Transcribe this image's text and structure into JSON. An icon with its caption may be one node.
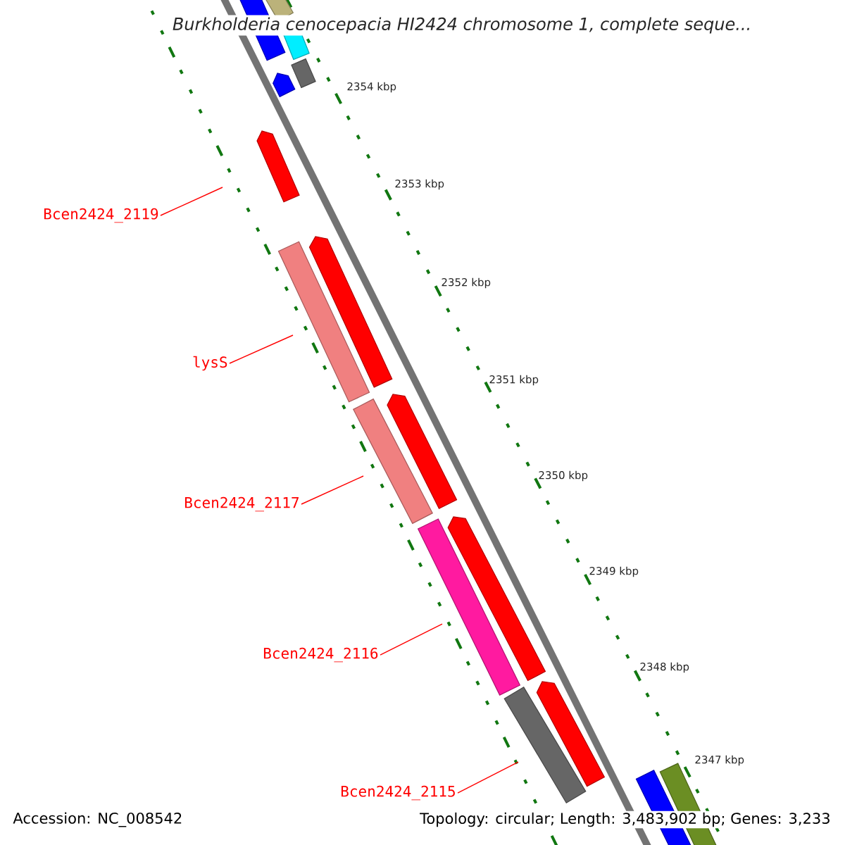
{
  "diagram": {
    "title": "Burkholderia cenocepacia HI2424 chromosome 1, complete seque...",
    "nodes": [
      {
        "text": [
          "Bcen2424_2119"
        ]
      },
      {
        "text": [
          "lysS"
        ]
      },
      {
        "text": [
          "Bcen2424_2117"
        ]
      },
      {
        "text": [
          "Bcen2424_2116"
        ]
      },
      {
        "text": [
          "Bcen2424_2115"
        ]
      }
    ],
    "edges": [
      {
        "from": 0,
        "to": null,
        "arrow": "none"
      },
      {
        "from": 1,
        "to": null,
        "arrow": "none"
      },
      {
        "from": 2,
        "to": null,
        "arrow": "none"
      },
      {
        "from": 3,
        "to": null,
        "arrow": "none"
      },
      {
        "from": 4,
        "to": null,
        "arrow": "none"
      }
    ],
    "labels": [
      "2354 kbp",
      "2353 kbp",
      "2352 kbp",
      "2351 kbp",
      "2350 kbp",
      "2349 kbp",
      "2348 kbp",
      "2347 kbp",
      "Accession: NC_008542",
      "Topology: circular; Length: 3,483,902 bp; Genes: 3,233"
    ]
  }
}
